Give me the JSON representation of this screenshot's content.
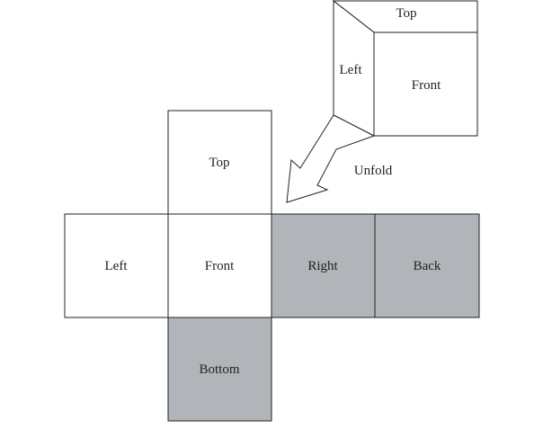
{
  "cube": {
    "top_label": "Top",
    "left_label": "Left",
    "front_label": "Front"
  },
  "arrow": {
    "label": "Unfold"
  },
  "net": {
    "top_label": "Top",
    "left_label": "Left",
    "front_label": "Front",
    "right_label": "Right",
    "back_label": "Back",
    "bottom_label": "Bottom"
  },
  "colors": {
    "line": "#222222",
    "white_face": "#ffffff",
    "gray_face": "#b1b4b8"
  }
}
